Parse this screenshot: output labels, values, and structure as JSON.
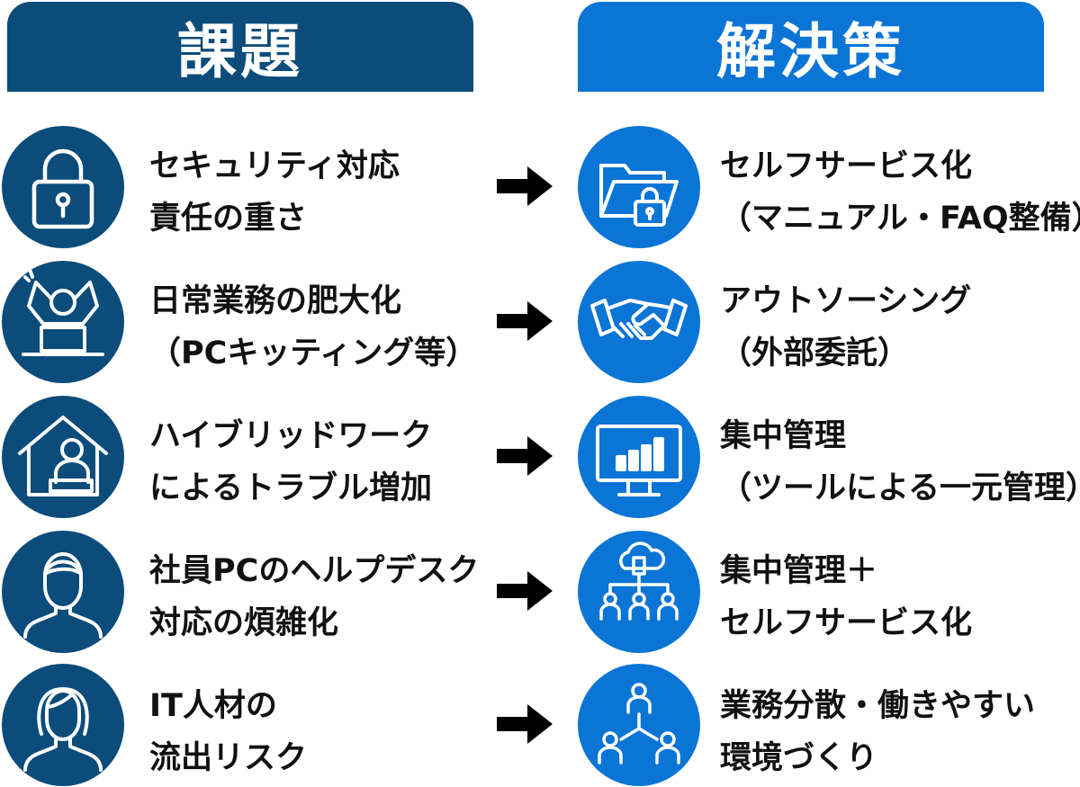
{
  "colors": {
    "problem": "#0b4c7a",
    "solution": "#0b75d6",
    "text": "#111111",
    "arrow": "#000000",
    "icon_stroke": "#ffffff"
  },
  "header": {
    "problem_label": "課題",
    "solution_label": "解決策"
  },
  "rows": [
    {
      "problem": {
        "icon": "lock-icon",
        "line1": "セキュリティ対応",
        "line2": "責任の重さ"
      },
      "solution": {
        "icon": "folder-lock-icon",
        "line1": "セルフサービス化",
        "line2": "（マニュアル・FAQ整備）"
      }
    },
    {
      "problem": {
        "icon": "stressed-worker-icon",
        "line1": "日常業務の肥大化",
        "line2": "（PCキッティング等）"
      },
      "solution": {
        "icon": "handshake-icon",
        "line1": "アウトソーシング",
        "line2": "（外部委託）"
      }
    },
    {
      "problem": {
        "icon": "home-worker-icon",
        "line1": "ハイブリッドワーク",
        "line2": "によるトラブル増加"
      },
      "solution": {
        "icon": "monitor-chart-icon",
        "line1": "集中管理",
        "line2": "（ツールによる一元管理）"
      }
    },
    {
      "problem": {
        "icon": "male-user-icon",
        "line1": "社員PCのヘルプデスク",
        "line2": "対応の煩雑化"
      },
      "solution": {
        "icon": "cloud-network-icon",
        "line1": "集中管理＋",
        "line2": "セルフサービス化"
      }
    },
    {
      "problem": {
        "icon": "female-user-icon",
        "line1": "IT人材の",
        "line2": "流出リスク"
      },
      "solution": {
        "icon": "team-network-icon",
        "line1": "業務分散・働きやすい",
        "line2": "環境づくり"
      }
    }
  ]
}
